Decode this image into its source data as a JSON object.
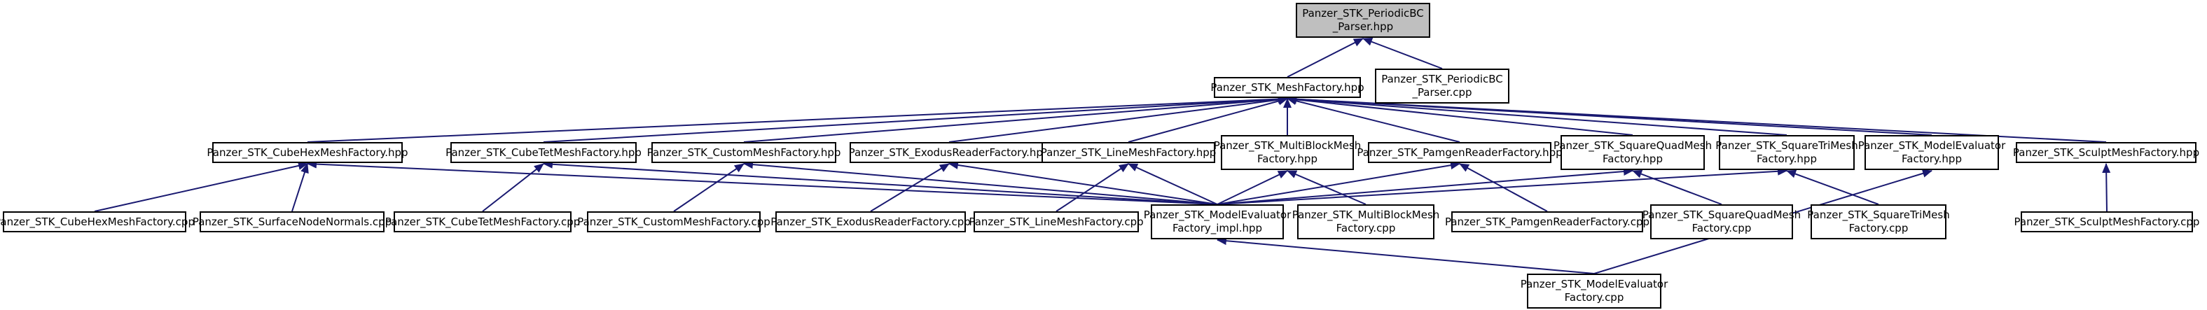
{
  "diagram": {
    "type": "include-dependency-graph",
    "edge_color": "#191970",
    "root_fill": "#bfbfbf",
    "nodes": [
      {
        "id": "periodic_hpp",
        "lines": [
          "Panzer_STK_PeriodicBC",
          "_Parser.hpp"
        ],
        "root": true
      },
      {
        "id": "meshfactory_hpp",
        "lines": [
          "Panzer_STK_MeshFactory.hpp"
        ]
      },
      {
        "id": "periodic_cpp",
        "lines": [
          "Panzer_STK_PeriodicBC",
          "_Parser.cpp"
        ]
      },
      {
        "id": "cubehex_hpp",
        "lines": [
          "Panzer_STK_CubeHexMeshFactory.hpp"
        ]
      },
      {
        "id": "cubetet_hpp",
        "lines": [
          "Panzer_STK_CubeTetMeshFactory.hpp"
        ]
      },
      {
        "id": "custom_hpp",
        "lines": [
          "Panzer_STK_CustomMeshFactory.hpp"
        ]
      },
      {
        "id": "exodus_hpp",
        "lines": [
          "Panzer_STK_ExodusReaderFactory.hpp"
        ]
      },
      {
        "id": "line_hpp",
        "lines": [
          "Panzer_STK_LineMeshFactory.hpp"
        ]
      },
      {
        "id": "multiblock_hpp",
        "lines": [
          "Panzer_STK_MultiBlockMesh",
          "Factory.hpp"
        ]
      },
      {
        "id": "pamgen_hpp",
        "lines": [
          "Panzer_STK_PamgenReaderFactory.hpp"
        ]
      },
      {
        "id": "squarequad_hpp",
        "lines": [
          "Panzer_STK_SquareQuadMesh",
          "Factory.hpp"
        ]
      },
      {
        "id": "squaretri_hpp",
        "lines": [
          "Panzer_STK_SquareTriMesh",
          "Factory.hpp"
        ]
      },
      {
        "id": "modeleval_hpp",
        "lines": [
          "Panzer_STK_ModelEvaluator",
          "Factory.hpp"
        ]
      },
      {
        "id": "sculpt_hpp",
        "lines": [
          "Panzer_STK_SculptMeshFactory.hpp"
        ]
      },
      {
        "id": "cubehex_cpp",
        "lines": [
          "Panzer_STK_CubeHexMeshFactory.cpp"
        ]
      },
      {
        "id": "surfacenode_cpp",
        "lines": [
          "Panzer_STK_SurfaceNodeNormals.cpp"
        ]
      },
      {
        "id": "cubetet_cpp",
        "lines": [
          "Panzer_STK_CubeTetMeshFactory.cpp"
        ]
      },
      {
        "id": "custom_cpp",
        "lines": [
          "Panzer_STK_CustomMeshFactory.cpp"
        ]
      },
      {
        "id": "exodus_cpp",
        "lines": [
          "Panzer_STK_ExodusReaderFactory.cpp"
        ]
      },
      {
        "id": "line_cpp",
        "lines": [
          "Panzer_STK_LineMeshFactory.cpp"
        ]
      },
      {
        "id": "modeleval_impl_hpp",
        "lines": [
          "Panzer_STK_ModelEvaluator",
          "Factory_impl.hpp"
        ]
      },
      {
        "id": "multiblock_cpp",
        "lines": [
          "Panzer_STK_MultiBlockMesh",
          "Factory.cpp"
        ]
      },
      {
        "id": "pamgen_cpp",
        "lines": [
          "Panzer_STK_PamgenReaderFactory.cpp"
        ]
      },
      {
        "id": "squarequad_cpp",
        "lines": [
          "Panzer_STK_SquareQuadMesh",
          "Factory.cpp"
        ]
      },
      {
        "id": "squaretri_cpp",
        "lines": [
          "Panzer_STK_SquareTriMesh",
          "Factory.cpp"
        ]
      },
      {
        "id": "sculpt_cpp",
        "lines": [
          "Panzer_STK_SculptMeshFactory.cpp"
        ]
      },
      {
        "id": "modeleval_cpp",
        "lines": [
          "Panzer_STK_ModelEvaluator",
          "Factory.cpp"
        ]
      }
    ],
    "edges": [
      [
        "meshfactory_hpp",
        "periodic_hpp"
      ],
      [
        "periodic_cpp",
        "periodic_hpp"
      ],
      [
        "cubehex_hpp",
        "meshfactory_hpp"
      ],
      [
        "cubetet_hpp",
        "meshfactory_hpp"
      ],
      [
        "custom_hpp",
        "meshfactory_hpp"
      ],
      [
        "exodus_hpp",
        "meshfactory_hpp"
      ],
      [
        "line_hpp",
        "meshfactory_hpp"
      ],
      [
        "multiblock_hpp",
        "meshfactory_hpp"
      ],
      [
        "pamgen_hpp",
        "meshfactory_hpp"
      ],
      [
        "squarequad_hpp",
        "meshfactory_hpp"
      ],
      [
        "squaretri_hpp",
        "meshfactory_hpp"
      ],
      [
        "modeleval_hpp",
        "meshfactory_hpp"
      ],
      [
        "sculpt_hpp",
        "meshfactory_hpp"
      ],
      [
        "cubehex_cpp",
        "cubehex_hpp"
      ],
      [
        "surfacenode_cpp",
        "cubehex_hpp"
      ],
      [
        "modeleval_impl_hpp",
        "cubehex_hpp"
      ],
      [
        "cubetet_cpp",
        "cubetet_hpp"
      ],
      [
        "modeleval_impl_hpp",
        "cubetet_hpp"
      ],
      [
        "custom_cpp",
        "custom_hpp"
      ],
      [
        "modeleval_impl_hpp",
        "custom_hpp"
      ],
      [
        "exodus_cpp",
        "exodus_hpp"
      ],
      [
        "modeleval_impl_hpp",
        "exodus_hpp"
      ],
      [
        "line_cpp",
        "line_hpp"
      ],
      [
        "modeleval_impl_hpp",
        "line_hpp"
      ],
      [
        "modeleval_impl_hpp",
        "multiblock_hpp"
      ],
      [
        "multiblock_cpp",
        "multiblock_hpp"
      ],
      [
        "modeleval_impl_hpp",
        "pamgen_hpp"
      ],
      [
        "pamgen_cpp",
        "pamgen_hpp"
      ],
      [
        "modeleval_impl_hpp",
        "squarequad_hpp"
      ],
      [
        "squarequad_cpp",
        "squarequad_hpp"
      ],
      [
        "modeleval_impl_hpp",
        "squaretri_hpp"
      ],
      [
        "squaretri_cpp",
        "squaretri_hpp"
      ],
      [
        "modeleval_cpp",
        "modeleval_hpp"
      ],
      [
        "sculpt_cpp",
        "sculpt_hpp"
      ],
      [
        "modeleval_cpp",
        "modeleval_impl_hpp"
      ]
    ]
  }
}
